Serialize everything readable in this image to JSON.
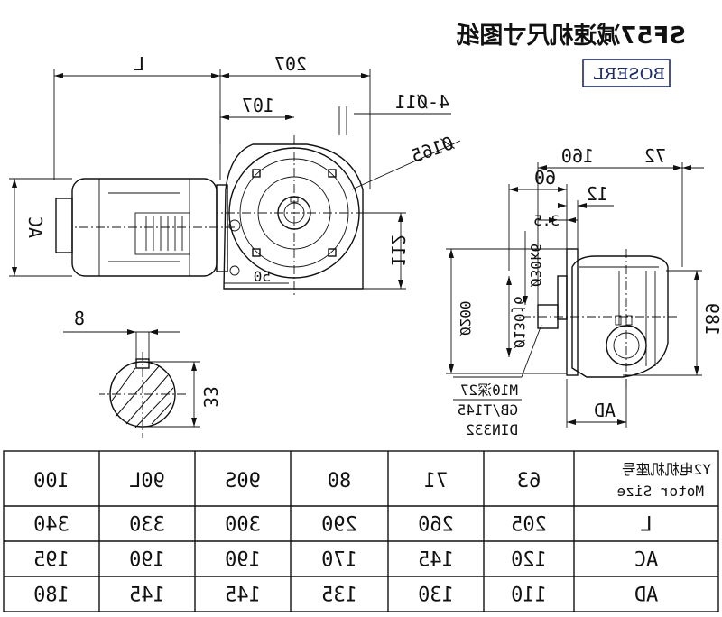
{
  "title": "SF57减速机尺寸图纸",
  "logo": "BOSERL",
  "dimensions": {
    "L": "L",
    "d207": "207",
    "d107": "107",
    "holes": "4-Ø11",
    "d165": "Ø165",
    "AC": "AC",
    "d112": "112",
    "d50": "50",
    "d8": "8",
    "d33": "33",
    "d160": "160",
    "d72": "72",
    "d60": "60",
    "d12": "12",
    "d3_5": "3.5",
    "d30": "Ø30k6",
    "d200": "Ø200",
    "d130": "Ø130j6",
    "d189": "189",
    "AD": "AD",
    "bolt": "M10深27",
    "gb": "GB/T145",
    "din": "DIN332"
  },
  "table": {
    "header_label": "Y2电机机座号",
    "header_sub": "Motor Size",
    "columns": [
      "63",
      "71",
      "80",
      "90S",
      "90L",
      "100"
    ],
    "rows": [
      {
        "label": "L",
        "values": [
          "205",
          "260",
          "290",
          "300",
          "330",
          "340"
        ]
      },
      {
        "label": "AC",
        "values": [
          "120",
          "145",
          "170",
          "190",
          "190",
          "195"
        ]
      },
      {
        "label": "AD",
        "values": [
          "110",
          "130",
          "135",
          "145",
          "145",
          "180"
        ]
      }
    ]
  }
}
